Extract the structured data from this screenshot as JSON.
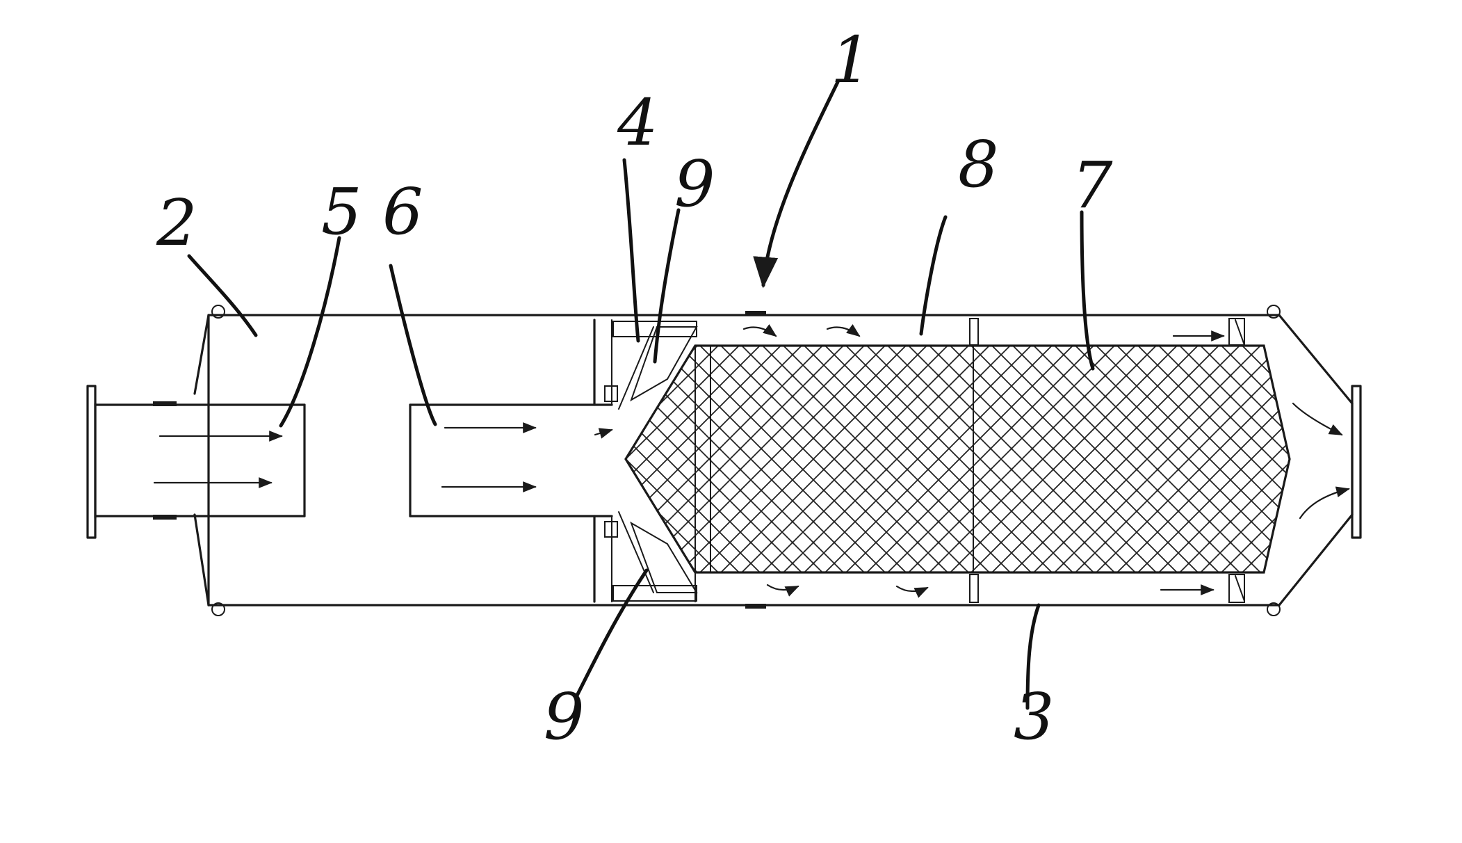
{
  "diagram": {
    "labels": {
      "device": "1",
      "inlet_chamber": "2",
      "housing": "3",
      "partition": "4",
      "inlet_pipe": "5",
      "transfer_pipe": "6",
      "filter_body": "7",
      "annular_gap": "8",
      "baffle_upper": "9",
      "baffle_lower": "9"
    }
  }
}
